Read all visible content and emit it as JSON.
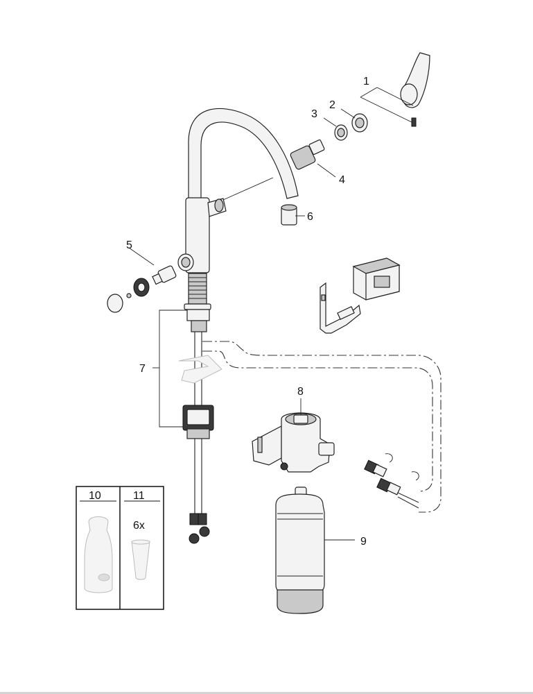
{
  "callouts": {
    "c1": "1",
    "c2": "2",
    "c3": "3",
    "c4": "4",
    "c5": "5",
    "c6": "6",
    "c7": "7",
    "c8": "8",
    "c9": "9"
  },
  "accessories": {
    "item_10": "10",
    "item_11": "11",
    "item_11_qty": "6x"
  }
}
